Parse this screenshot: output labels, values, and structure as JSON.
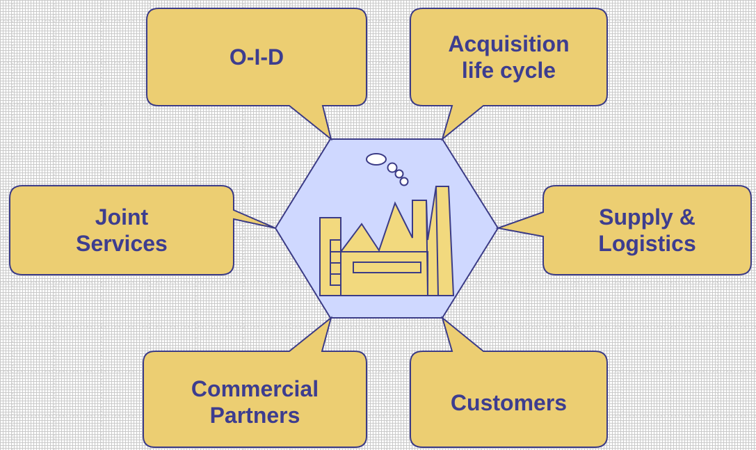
{
  "colors": {
    "callout_fill": "#ecce72",
    "callout_stroke": "#3b3b86",
    "hexagon_fill": "#cfd8ff",
    "hexagon_stroke": "#3b3b86",
    "factory_fill": "#f2d97e",
    "text": "#3d3d8f",
    "grid": "#c9c9c9"
  },
  "center": {
    "icon": "factory-icon",
    "thought_icon": "thought-bubble-icon"
  },
  "callouts": {
    "oid": "O-I-D",
    "acquisition": "Acquisition\nlife cycle",
    "joint": "Joint\nServices",
    "supply": "Supply &\nLogistics",
    "commercial": "Commercial\nPartners",
    "customers": "Customers"
  }
}
